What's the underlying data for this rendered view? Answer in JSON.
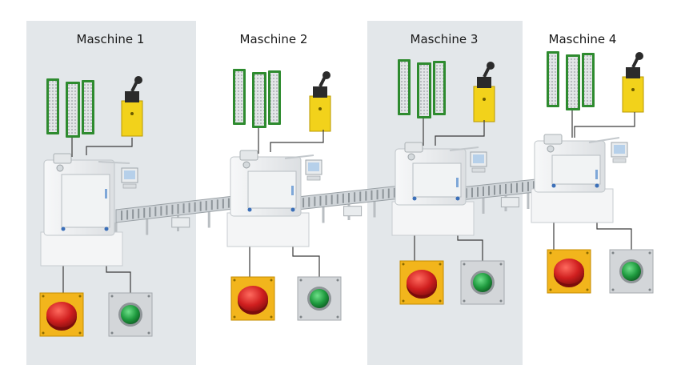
{
  "colors": {
    "panel": "#e3e7ea",
    "guard_frame": "#2e8b2f",
    "guard_mesh": "#d6d9dc",
    "switch_yellow": "#f2d21b",
    "estop_plate": "#f2b51c",
    "estop_button": "#d01f1f",
    "start_plate": "#d3d6d9",
    "start_button": "#1e9a3e",
    "machine_body": "#eef0f2",
    "wire": "#3a3a3a"
  },
  "machines": [
    {
      "label": "Maschine 1",
      "shaded": true,
      "machine_icon": "machine-icon",
      "guard_icon": "safety-guard-icon",
      "switch_icon": "safety-switch-icon",
      "estop_icon": "emergency-stop-icon",
      "start_icon": "start-button-icon"
    },
    {
      "label": "Maschine 2",
      "shaded": false,
      "machine_icon": "machine-icon",
      "guard_icon": "safety-guard-icon",
      "switch_icon": "safety-switch-icon",
      "estop_icon": "emergency-stop-icon",
      "start_icon": "start-button-icon"
    },
    {
      "label": "Maschine 3",
      "shaded": true,
      "machine_icon": "machine-icon",
      "guard_icon": "safety-guard-icon",
      "switch_icon": "safety-switch-icon",
      "estop_icon": "emergency-stop-icon",
      "start_icon": "start-button-icon"
    },
    {
      "label": "Maschine 4",
      "shaded": false,
      "machine_icon": "machine-icon",
      "guard_icon": "safety-guard-icon",
      "switch_icon": "safety-switch-icon",
      "estop_icon": "emergency-stop-icon",
      "start_icon": "start-button-icon"
    }
  ],
  "conveyor_icon": "roller-conveyor-icon"
}
